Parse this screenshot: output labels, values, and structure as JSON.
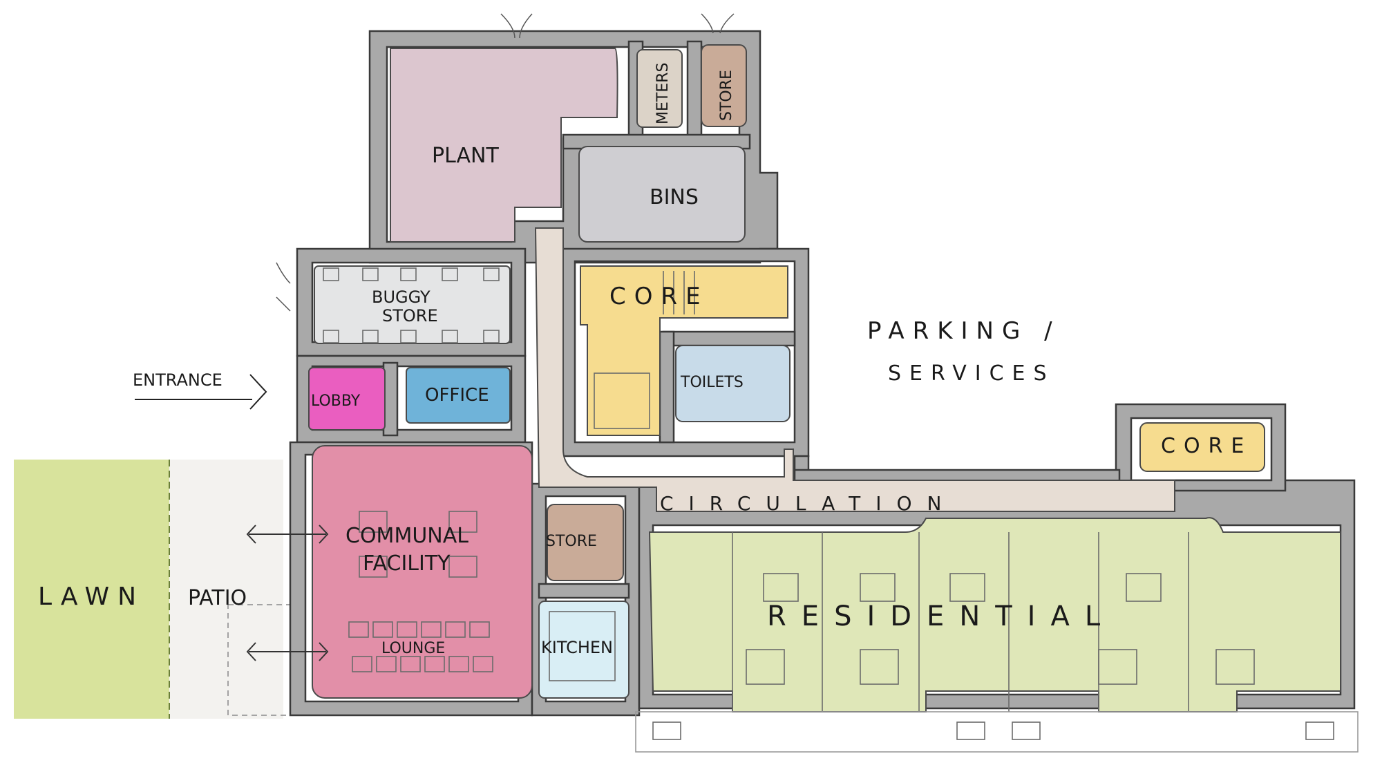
{
  "labels": {
    "plant": "PLANT",
    "meters": "METERS",
    "store_top": "STORE",
    "bins": "BINS",
    "buggy_store_line1": "BUGGY",
    "buggy_store_line2": "STORE",
    "core_main": "CORE",
    "core_east": "CORE",
    "toilets": "TOILETS",
    "lobby": "LOBBY",
    "office": "OFFICE",
    "entrance": "ENTRANCE",
    "communal_line1": "COMMUNAL",
    "communal_line2": "FACILITY",
    "lounge": "LOUNGE",
    "store_mid": "STORE",
    "kitchen": "KITCHEN",
    "circulation": "CIRCULATION",
    "residential": "RESIDENTIAL",
    "lawn": "LAWN",
    "patio": "PATIO",
    "parking_line1": "PARKING /",
    "parking_line2": "SERVICES"
  },
  "colors": {
    "plant": "#dcc6cf",
    "meters": "#dcd3c8",
    "store_brown": "#c9ab98",
    "bins": "#cfced2",
    "buggy_store": "#e4e5e6",
    "core": "#f6dc8f",
    "toilets": "#c8dbe9",
    "lobby": "#ea5ec0",
    "office": "#6fb3d9",
    "communal": "#e28fa8",
    "kitchen": "#d9eef5",
    "circulation": "#e7ddd4",
    "residential": "#dfe7b8",
    "lawn": "#d8e39c",
    "patio": "#f3f2ef",
    "walls": "#a9a9a9"
  }
}
